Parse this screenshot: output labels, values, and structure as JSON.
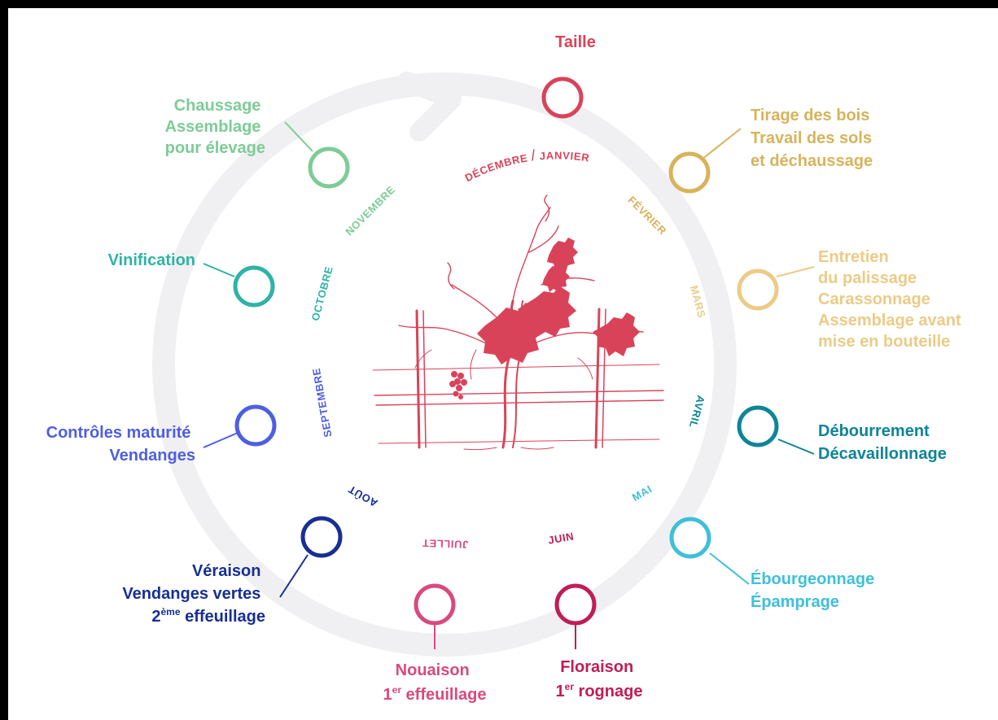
{
  "colors": {
    "ring": "#f0f0f3",
    "red": "#d9435a",
    "gold": "#d8b35b",
    "lightgold": "#ebcb86",
    "teal": "#0d8597",
    "cyan": "#3fbfda",
    "crimson": "#bf1e54",
    "pink": "#d84a7f",
    "navy": "#172f93",
    "blue": "#4d5fe0",
    "turquoise": "#2fb3a6",
    "green": "#7dcc96"
  },
  "months": {
    "decembre": "DÉCEMBRE",
    "slash": "/",
    "janvier": "JANVIER",
    "fevrier": "FÉVRIER",
    "mars": "MARS",
    "avril": "AVRIL",
    "mai": "MAI",
    "juin": "JUIN",
    "juillet": "JUILLET",
    "aout": "AOÛT",
    "septembre": "SEPTEMBRE",
    "octobre": "OCTOBRE",
    "novembre": "NOVEMBRE"
  },
  "stages": {
    "taille": {
      "line1": "Taille"
    },
    "tirage": {
      "line1": "Tirage des bois",
      "line2": "Travail des sols",
      "line3": "et déchaussage"
    },
    "entretien": {
      "line1": "Entretien",
      "line2": "du palissage",
      "line3": "Carassonnage",
      "line4": "Assemblage avant",
      "line5": "mise en bouteille"
    },
    "debourrement": {
      "line1": "Débourrement",
      "line2": "Décavaillonnage"
    },
    "ebourgeonnage": {
      "line1": "Ébourgeonnage",
      "line2": "Épamprage"
    },
    "floraison": {
      "line1": "Floraison",
      "line2_num": "1",
      "line2_sup": "er",
      "line2_rest": " rognage"
    },
    "nouaison": {
      "line1": "Nouaison",
      "line2_num": "1",
      "line2_sup": "er",
      "line2_rest": " effeuillage"
    },
    "veraison": {
      "line1": "Véraison",
      "line2": "Vendanges vertes",
      "line3_num": "2",
      "line3_sup": "ème",
      "line3_rest": " effeuillage"
    },
    "controles": {
      "line1": "Contrôles maturité",
      "line2": "Vendanges"
    },
    "vinification": {
      "line1": "Vinification"
    },
    "chaussage": {
      "line1": "Chaussage",
      "line2": "Assemblage",
      "line3": "pour élevage"
    }
  }
}
